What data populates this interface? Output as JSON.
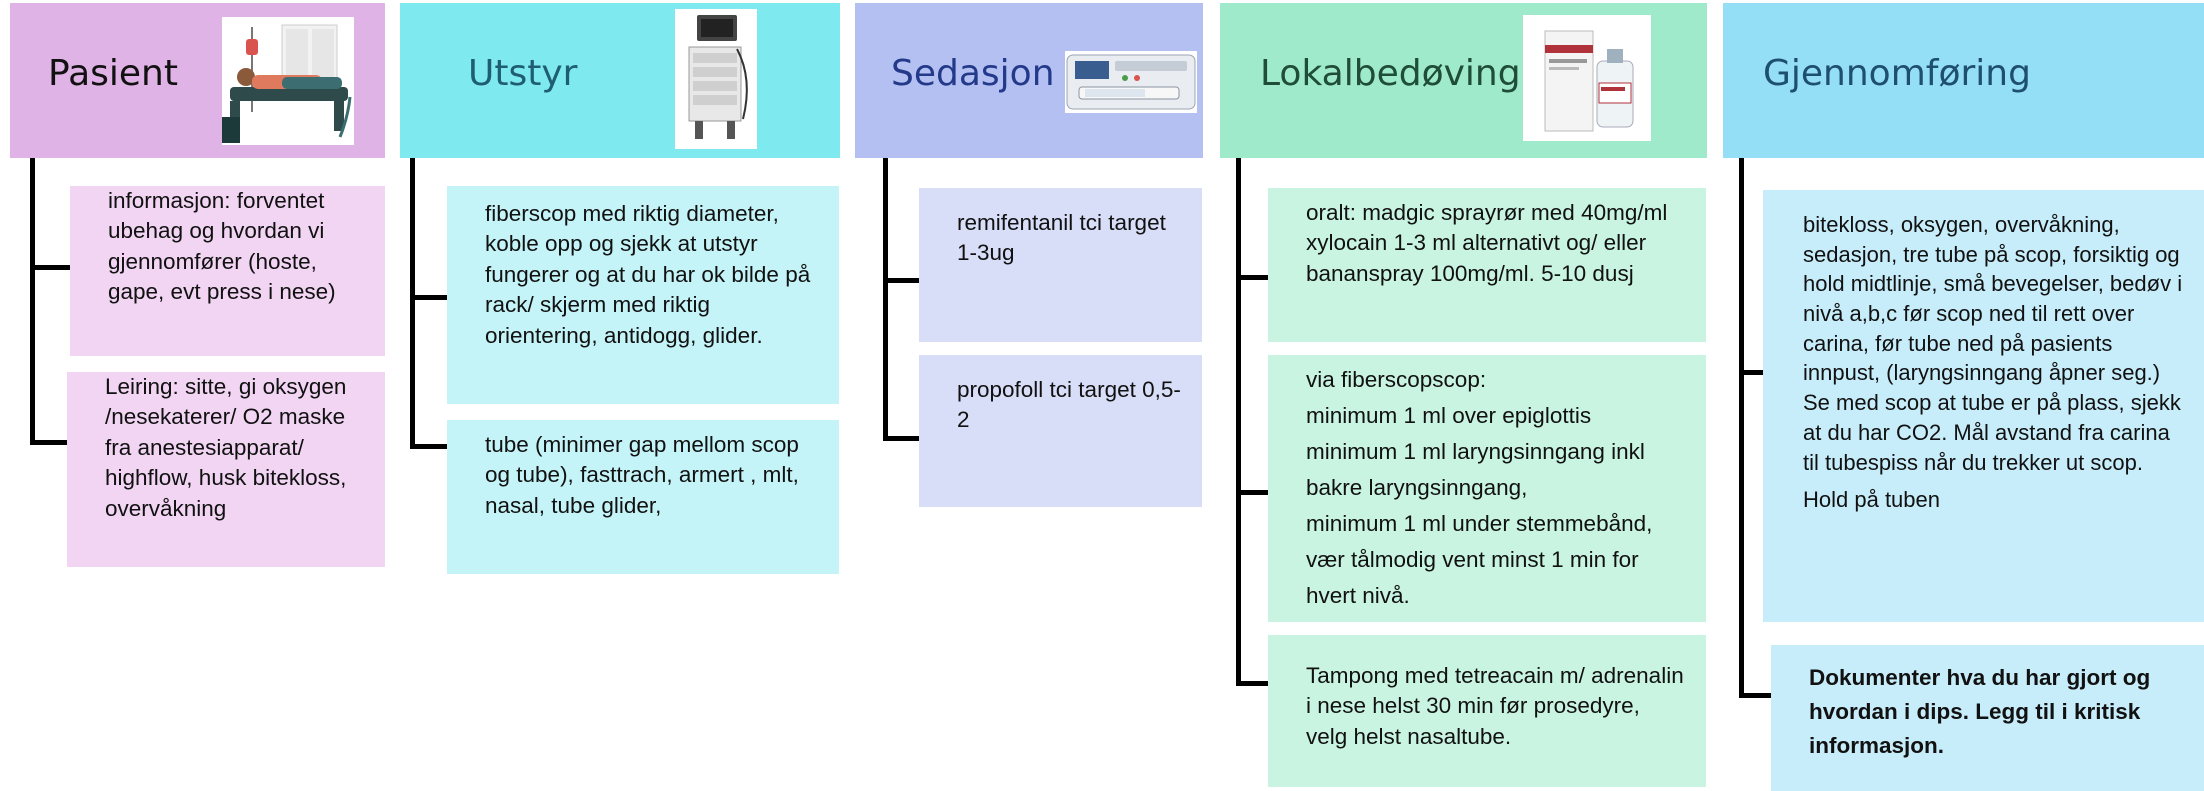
{
  "columns": [
    {
      "title": "Pasient",
      "image_icon": "patient-in-bed-illustration",
      "header_color": "#e0b3e6",
      "card_color": "#f1d5f3",
      "cards": [
        "informasjon: forventet ubehag og hvordan vi gjennomfører (hoste, gape, evt press i nese)",
        "Leiring: sitte, gi oksygen /nesekaterer/ O2 maske fra anestesiapparat/ highflow, husk bitekloss, overvåkning"
      ]
    },
    {
      "title": "Utstyr",
      "image_icon": "endoscopy-tower-icon",
      "header_color": "#7fe9f0",
      "card_color": "#c5f4f8",
      "cards": [
        "fiberscop med riktig diameter, koble opp og sjekk at utstyr fungerer og at du har ok bilde på rack/ skjerm med riktig orientering, antidogg, glider.",
        "tube (minimer gap mellom scop og tube), fasttrach, armert , mlt, nasal, tube glider,"
      ]
    },
    {
      "title": "Sedasjon",
      "image_icon": "syringe-pump-icon",
      "header_color": "#b5c0f2",
      "card_color": "#d8ddf8",
      "cards": [
        "remifentanil tci target 1-3ug",
        "propofoll tci target 0,5- 2"
      ]
    },
    {
      "title": "Lokalbedøving",
      "image_icon": "xylocaine-package-icon",
      "header_color": "#9eeacb",
      "card_color": "#c9f4e2",
      "cards": [
        "oralt: madgic sprayrør med 40mg/ml xylocain 1-3 ml alternativt og/ eller bananspray 100mg/ml. 5-10 dusj",
        [
          "via fiberscopscop:",
          "minimum  1 ml over epiglottis",
          "minimum  1 ml laryngsinngang inkl bakre laryngsinngang,",
          "minimum  1 ml under stemmebånd, vær tålmodig vent minst 1 min for hvert nivå."
        ],
        "Tampong med tetreacain m/ adrenalin i nese helst 30 min før prosedyre, velg helst nasaltube."
      ]
    },
    {
      "title": "Gjennomføring",
      "header_color": "#95dff6",
      "card_color": "#c8edfa",
      "cards": [
        [
          "bitekloss, oksygen, overvåkning, sedasjon, tre tube på scop, forsiktig og hold midtlinje, små bevegelser, bedøv i nivå a,b,c før scop ned til rett over carina, før tube ned på pasients innpust, (laryngsinngang åpner seg.) Se med scop at tube er på plass, sjekk at du har CO2. Mål avstand fra carina til tubespiss når du trekker ut scop.",
          "Hold på tuben"
        ],
        "Dokumenter hva du har gjort og hvordan i dips. Legg til i kritisk informasjon."
      ]
    }
  ]
}
